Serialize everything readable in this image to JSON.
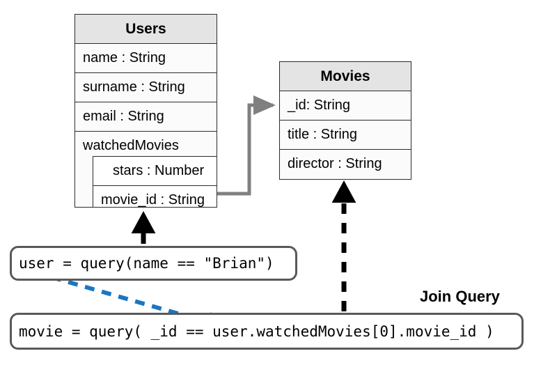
{
  "diagram": {
    "title_label": "Join Query",
    "accent_blue": "#1a76c2",
    "connector_gray": "#808080",
    "border_dark": "#2b2b2b",
    "header_fill": "#e4e4e4",
    "box_border": "#595959"
  },
  "entities": [
    {
      "name": "Users",
      "rows": [
        {
          "label": "name : String"
        },
        {
          "label": "surname : String"
        },
        {
          "label": "email : String"
        },
        {
          "label": "watchedMovies"
        }
      ],
      "nested": [
        {
          "label": "stars : Number"
        },
        {
          "label": "movie_id : String"
        }
      ]
    },
    {
      "name": "Movies",
      "rows": [
        {
          "label": "_id: String"
        },
        {
          "label": "title : String"
        },
        {
          "label": "director : String"
        }
      ]
    }
  ],
  "queries": [
    {
      "id": "user-query",
      "highlight": "user",
      "rest": " = query(name == \"Brian\")",
      "full_text": "user = query(name == \"Brian\")"
    },
    {
      "id": "movie-query",
      "prefix": "movie = query( _id == ",
      "highlight": "user",
      "suffix": ".watchedMovies[0].movie_id )",
      "full_text": "movie = query( _id == user.watchedMovies[0].movie_id )"
    }
  ]
}
